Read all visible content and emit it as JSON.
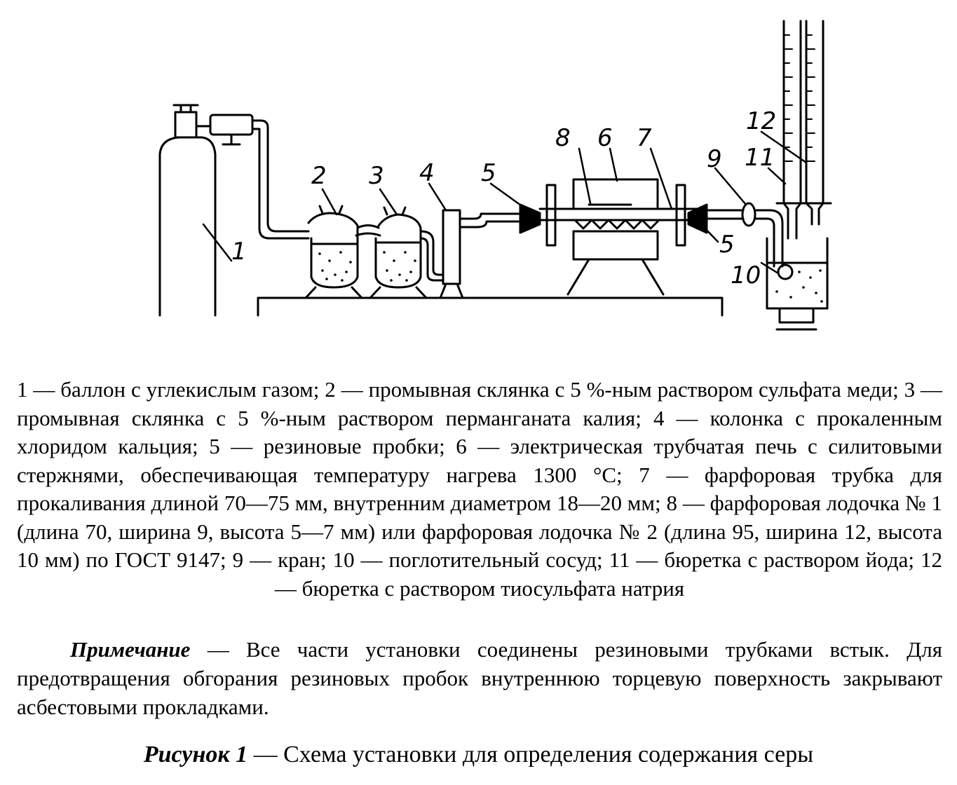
{
  "diagram": {
    "labels": {
      "l1": "1",
      "l2": "2",
      "l3": "3",
      "l4": "4",
      "l5a": "5",
      "l5b": "5",
      "l6": "6",
      "l7": "7",
      "l8": "8",
      "l9": "9",
      "l10": "10",
      "l11": "11",
      "l12": "12"
    }
  },
  "legend": {
    "text": "1 — баллон с углекислым газом; 2 — промывная склянка с 5 %-ным раствором сульфата меди; 3 — промывная склянка с 5 %-ным раствором перманганата калия; 4 — колонка с прокаленным хлоридом кальция; 5 — резиновые пробки; 6 — электрическая трубчатая печь с силитовыми стержнями, обеспечивающая температуру нагрева 1300 °С; 7 — фарфоровая трубка для прокаливания длиной 70—75 мм, внутренним диаметром 18—20 мм; 8 — фарфоровая лодочка № 1 (длина 70, ширина 9, высота 5—7 мм) или фарфоровая лодочка № 2 (длина 95, ширина 12, высота 10 мм) по ГОСТ 9147; 9 — кран; 10 — поглотительный сосуд; 11 — бюретка с раствором йода; 12 — бюретка с раствором тиосульфата натрия"
  },
  "note": {
    "heading": "Примечание",
    "text": " — Все части установки соединены резиновыми трубками встык. Для предотвращения обгорания резиновых пробок внутреннюю торцевую поверхность закрывают асбестовыми прокладками."
  },
  "caption": {
    "heading": "Рисунок 1",
    "text": " — Схема установки для определения содержания серы"
  }
}
